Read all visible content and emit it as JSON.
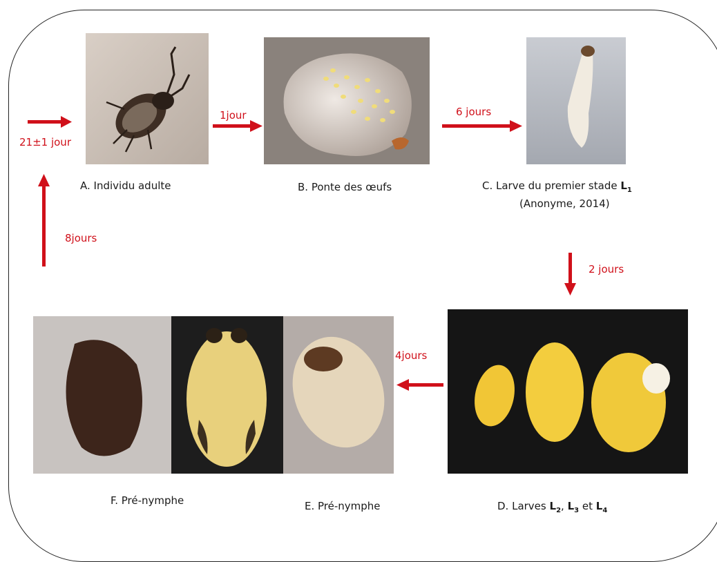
{
  "stages": {
    "A": {
      "caption": "A. Individu adulte"
    },
    "B": {
      "caption": "B. Ponte des œufs"
    },
    "C": {
      "caption_main": "C. Larve du premier stade ",
      "caption_sub_label": "L",
      "caption_sub_index": "1",
      "citation": "(Anonyme, 2014)"
    },
    "D": {
      "caption_prefix": "D. Larves ",
      "l2": "L",
      "l2_idx": "2",
      "sep1": ", ",
      "l3": "L",
      "l3_idx": "3",
      "sep2": " et ",
      "l4": "L",
      "l4_idx": "4"
    },
    "E": {
      "caption": "E. Pré-nymphe"
    },
    "F": {
      "caption": "F. Pré-nymphe"
    }
  },
  "durations": {
    "a_to_b": "1jour",
    "b_to_c": "6 jours",
    "c_to_d": "2 jours",
    "d_to_e": "4jours",
    "f_to_a": "8jours",
    "cycle": "21±1 jour"
  },
  "colors": {
    "arrow": "#d0101a",
    "frame": "#222222"
  }
}
